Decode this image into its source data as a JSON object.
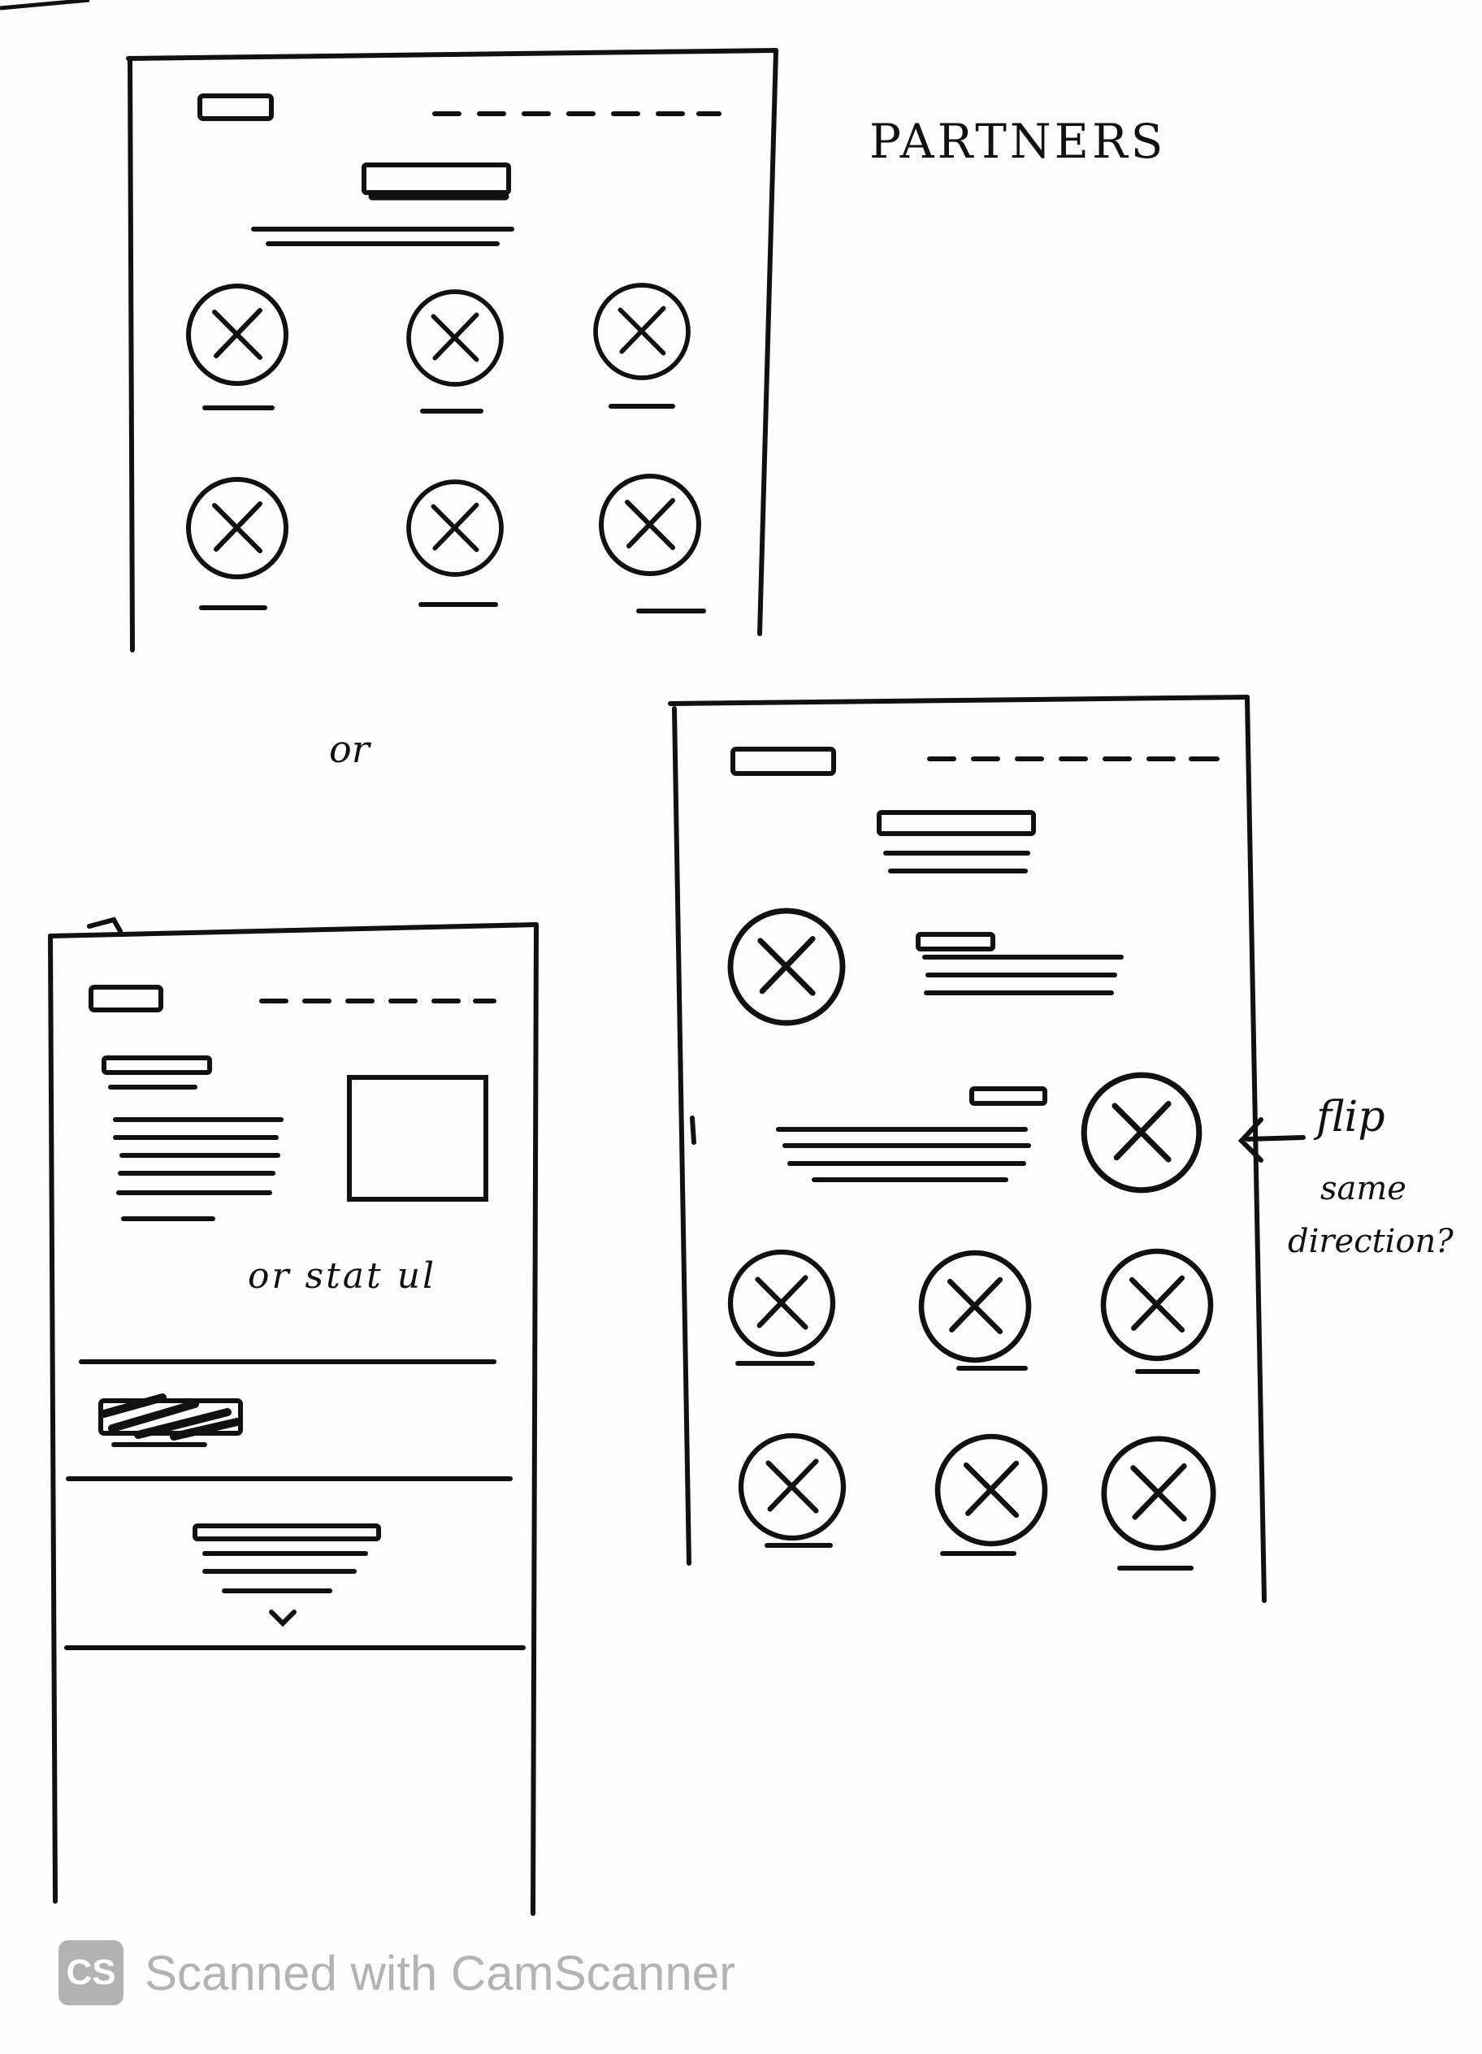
{
  "annotations": {
    "partners": "PARTNERS",
    "or": "or",
    "stat_alt": "or stat ul",
    "flip_line1": "flip",
    "flip_line2": "same",
    "flip_line3": "direction?"
  },
  "watermark": {
    "logo": "CS",
    "text": "Scanned with CamScanner"
  },
  "colors": {
    "ink": "#111111",
    "paper": "#fdfdfd",
    "watermark": "#b3b3b3"
  },
  "icons": {
    "placeholder": "circle-x-icon",
    "image": "square-placeholder-icon",
    "chevron": "chevron-down-icon",
    "arrow": "arrow-left-icon"
  }
}
